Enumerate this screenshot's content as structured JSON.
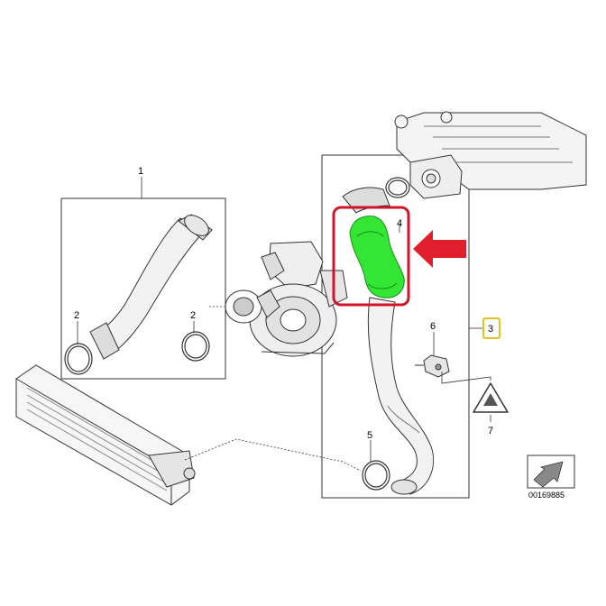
{
  "diagram": {
    "callouts": {
      "c1": "1",
      "c2a": "2",
      "c2b": "2",
      "c3": "3",
      "c4": "4",
      "c5": "5",
      "c6": "6",
      "c7": "7"
    },
    "figure_id": "00169885",
    "colors": {
      "highlight_part": "#33e633",
      "highlight_box": "#d2142a",
      "arrow": "#e01e2e",
      "callout_tag": "#e8c21a",
      "line": "#222222"
    },
    "icons": {
      "pointer": "red-arrow-icon",
      "warning": "warning-triangle-icon",
      "navigation": "navigation-arrow-icon"
    }
  }
}
